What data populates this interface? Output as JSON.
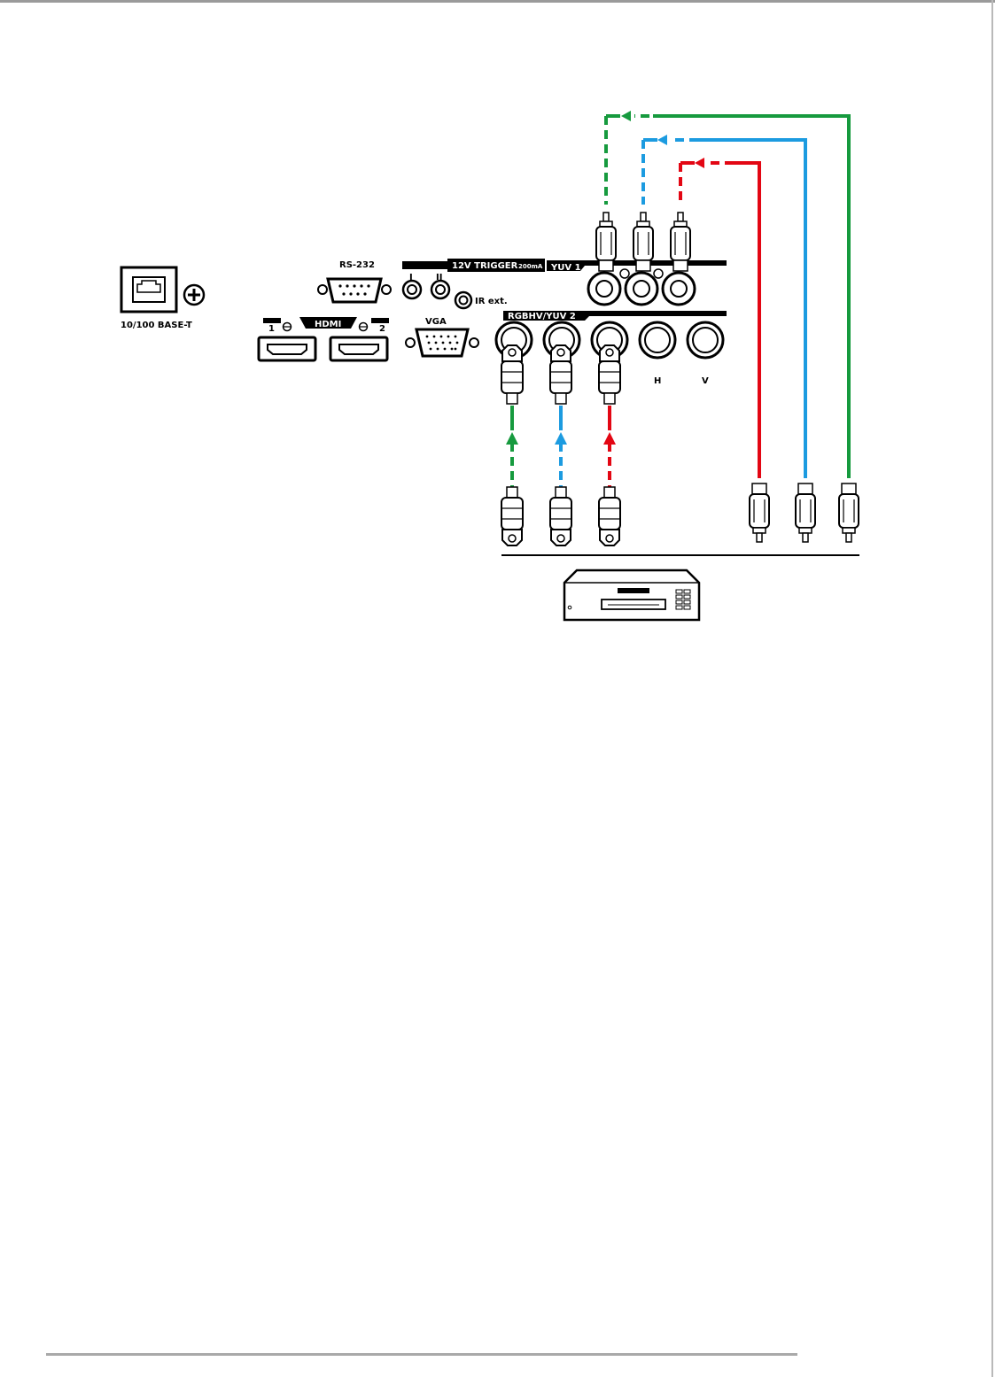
{
  "labels": {
    "network": "10/100 BASE-T",
    "rs232": "RS-232",
    "trigger": "12V TRIGGER",
    "trigger_rating": "200mA",
    "trigger_1": "I",
    "trigger_2": "II",
    "ir_ext": "IR ext.",
    "hdmi": "HDMI",
    "hdmi_1": "1",
    "hdmi_2": "2",
    "vga": "VGA",
    "yuv1": "YUV 1",
    "rgbhv": "RGBHV/YUV 2",
    "h": "H",
    "v": "V"
  },
  "colors": {
    "green": "#169a3e",
    "blue": "#1c9be0",
    "red": "#e30613"
  }
}
